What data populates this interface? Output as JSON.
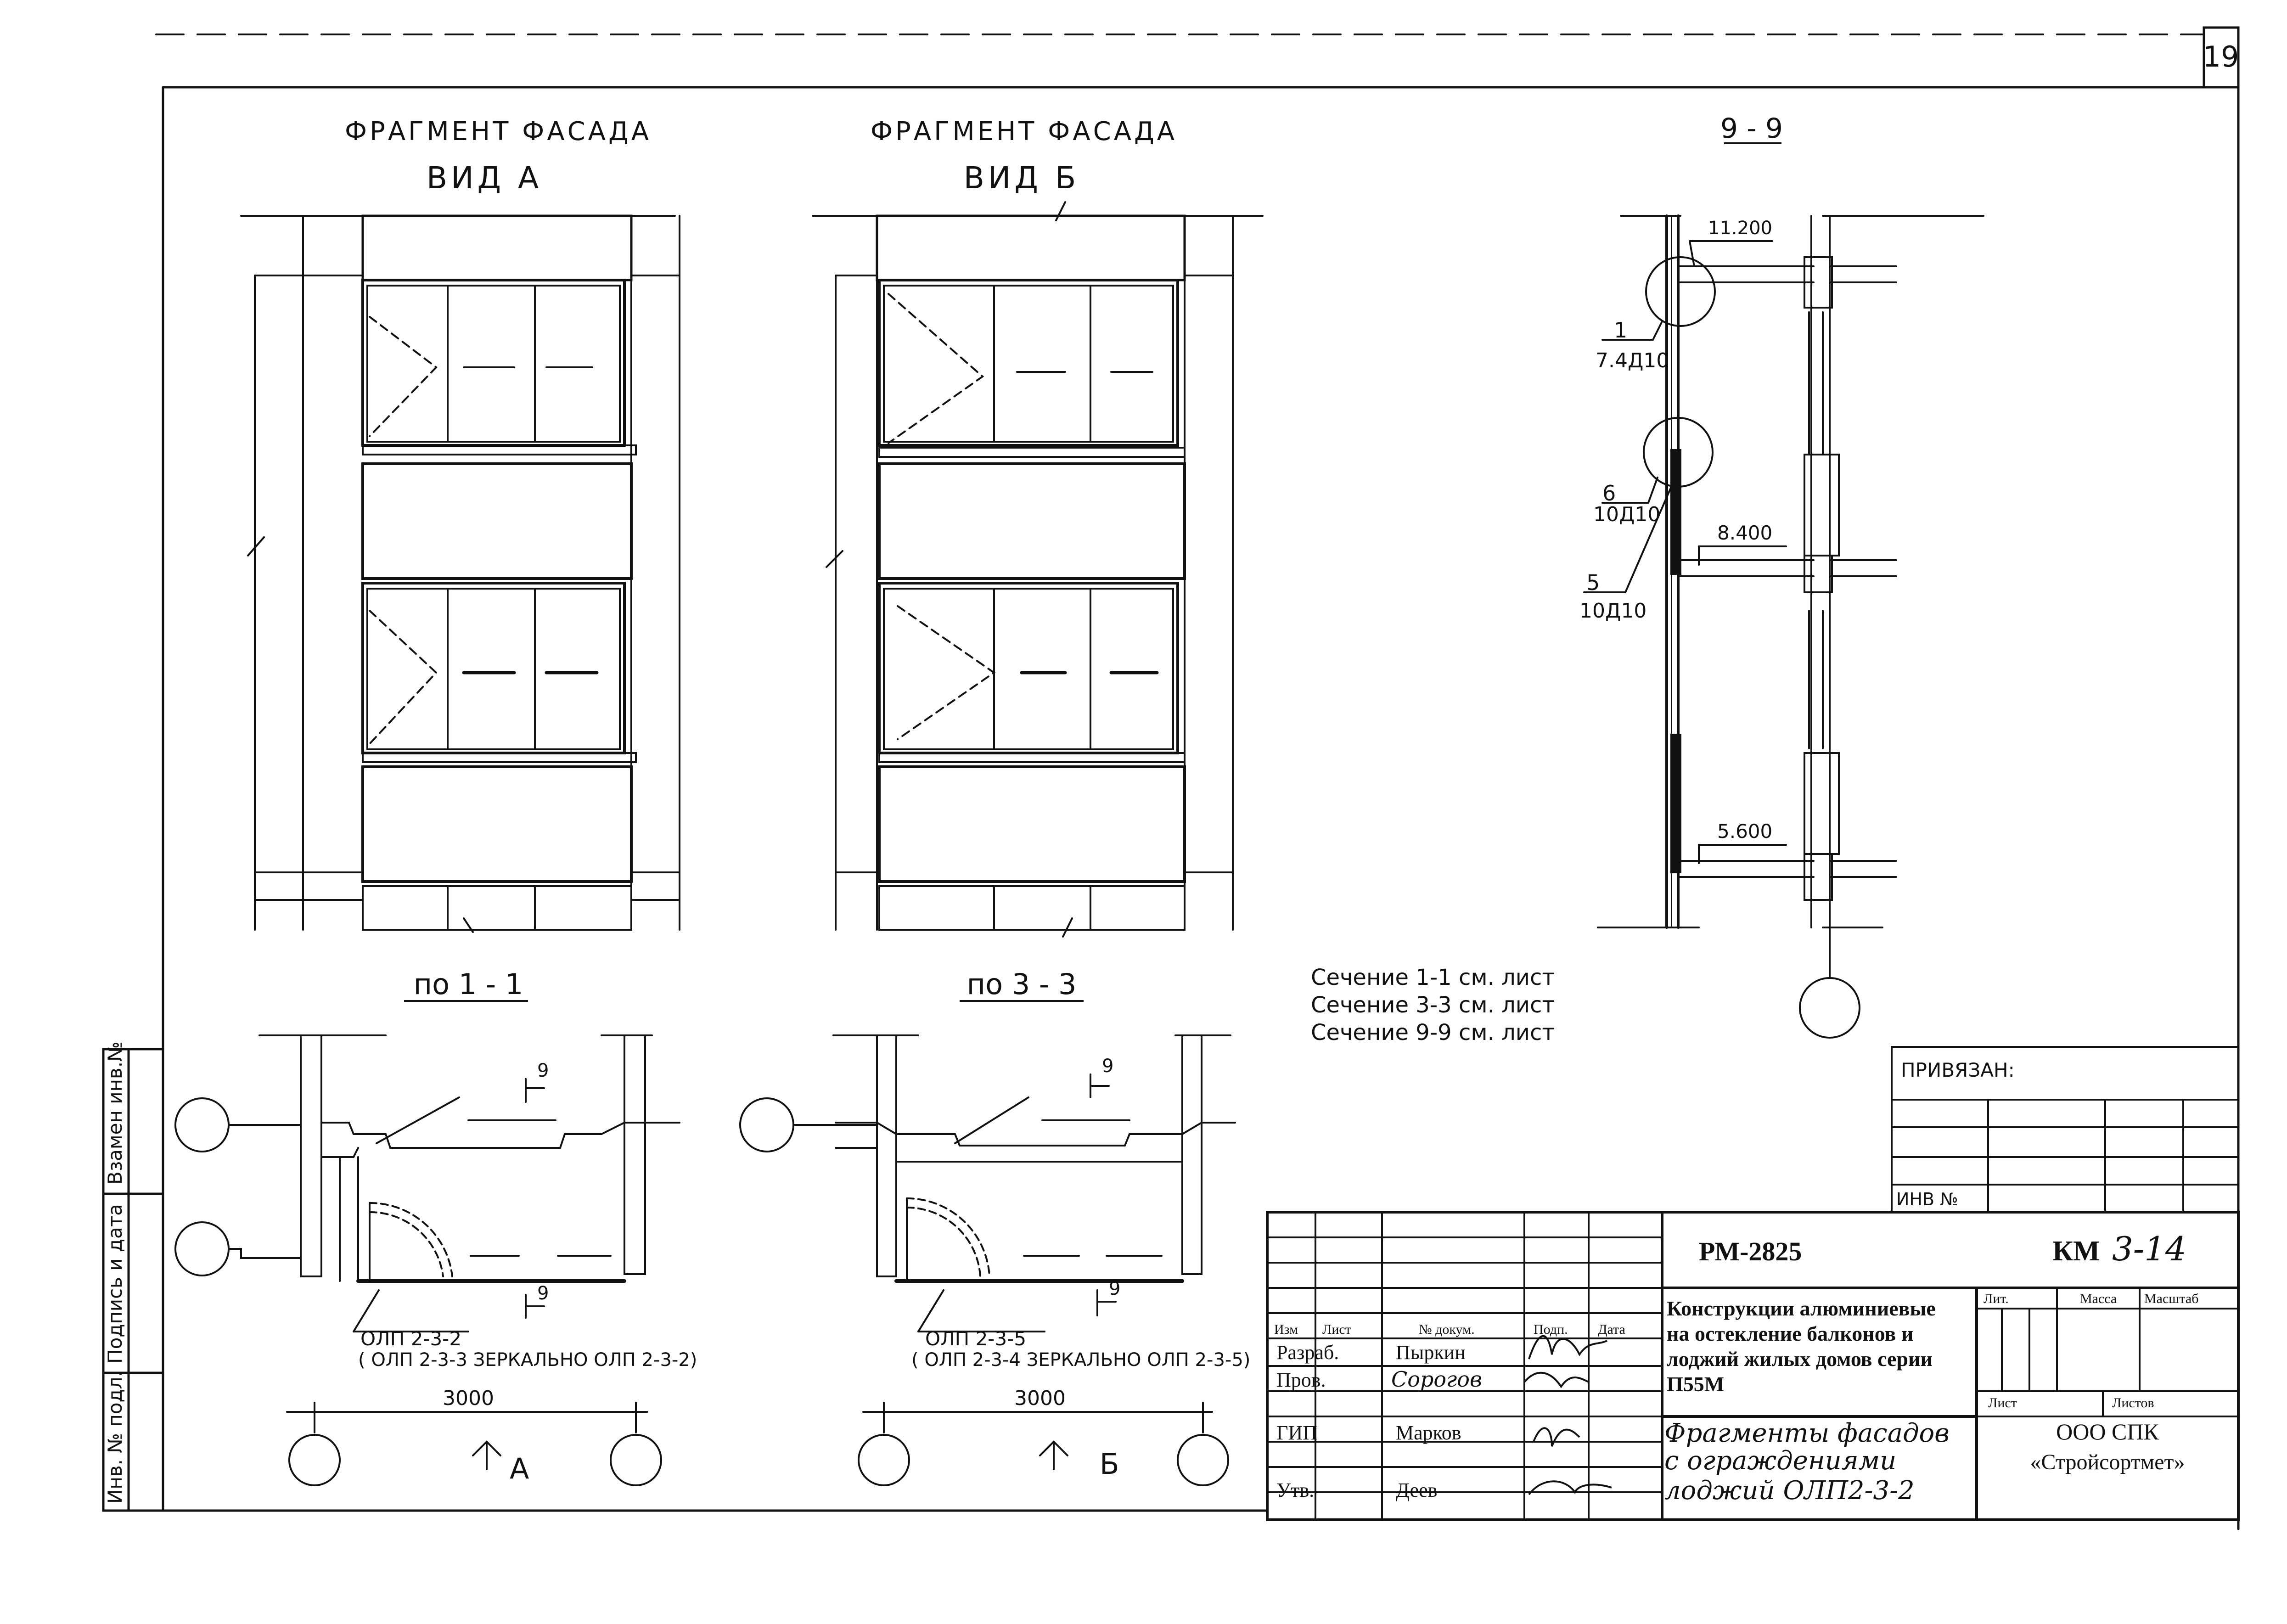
{
  "sheet": {
    "page_number": "19",
    "doc_code": "РМ-2825",
    "mark": "КМ",
    "mark_number": "3-14",
    "title": "Конструкции алюминиевые на остекление балконов и лоджий жилых домов серии П55М",
    "drawing_title_line1": "Фрагменты фасадов",
    "drawing_title_line2": "с ограждениями",
    "drawing_title_line3": "лоджий ОЛП2-3-2",
    "company_line1": "ООО СПК",
    "company_line2": "«Стройсортмет»"
  },
  "views": {
    "a_title": "ФРАГМЕНТ ФАСАДА",
    "a_subtitle": "ВИД А",
    "b_title": "ФРАГМЕНТ ФАСАДА",
    "b_subtitle": "ВИД Б",
    "section_99": "9 - 9",
    "plan_a": "по 1 - 1",
    "plan_b": "по 3 - 3"
  },
  "callouts": {
    "c1": "1",
    "c1_ref": "7.4Д10",
    "c6": "6",
    "c6_ref": "10Д10",
    "c5": "5",
    "c5_ref": "10Д10",
    "elev_top": "11.200",
    "elev_mid": "8.400",
    "elev_low": "5.600",
    "cut_mark": "9"
  },
  "notes": {
    "n1": "Сечение 1-1 см. лист",
    "n2": "Сечение 3-3 см. лист",
    "n3": "Сечение 9-9 см. лист"
  },
  "plan_labels": {
    "a_mark": "ОЛП 2-3-2",
    "a_mirror": "( ОЛП 2-3-3 ЗЕРКАЛЬНО ОЛП 2-3-2)",
    "b_mark": "ОЛП 2-3-5",
    "b_mirror": "( ОЛП 2-3-4 ЗЕРКАЛЬНО ОЛП 2-3-5)",
    "dim_a": "3000",
    "dim_b": "3000",
    "arrow_a": "А",
    "arrow_b": "Б"
  },
  "side_stamp": {
    "f1": "Взамен инв.№",
    "f2": "Подпись и дата",
    "f3": "Инв. № подл."
  },
  "privyazan": {
    "title": "ПРИВЯЗАН:",
    "inv": "ИНВ №"
  },
  "titleblock": {
    "col_izm": "Изм",
    "col_list": "Лист",
    "col_doc": "№ докум.",
    "col_sign": "Подп.",
    "col_date": "Дата",
    "r1_role": "Разраб.",
    "r1_name": "Пыркин",
    "r2_role": "Пров.",
    "r2_name": "Сорогов",
    "r3_role": "ГИП",
    "r3_name": "Марков",
    "r4_role": "Утв.",
    "r4_name": "Деев",
    "lit": "Лит.",
    "mass": "Масса",
    "scale": "Масштаб",
    "sheet": "Лист",
    "sheets": "Листов"
  }
}
